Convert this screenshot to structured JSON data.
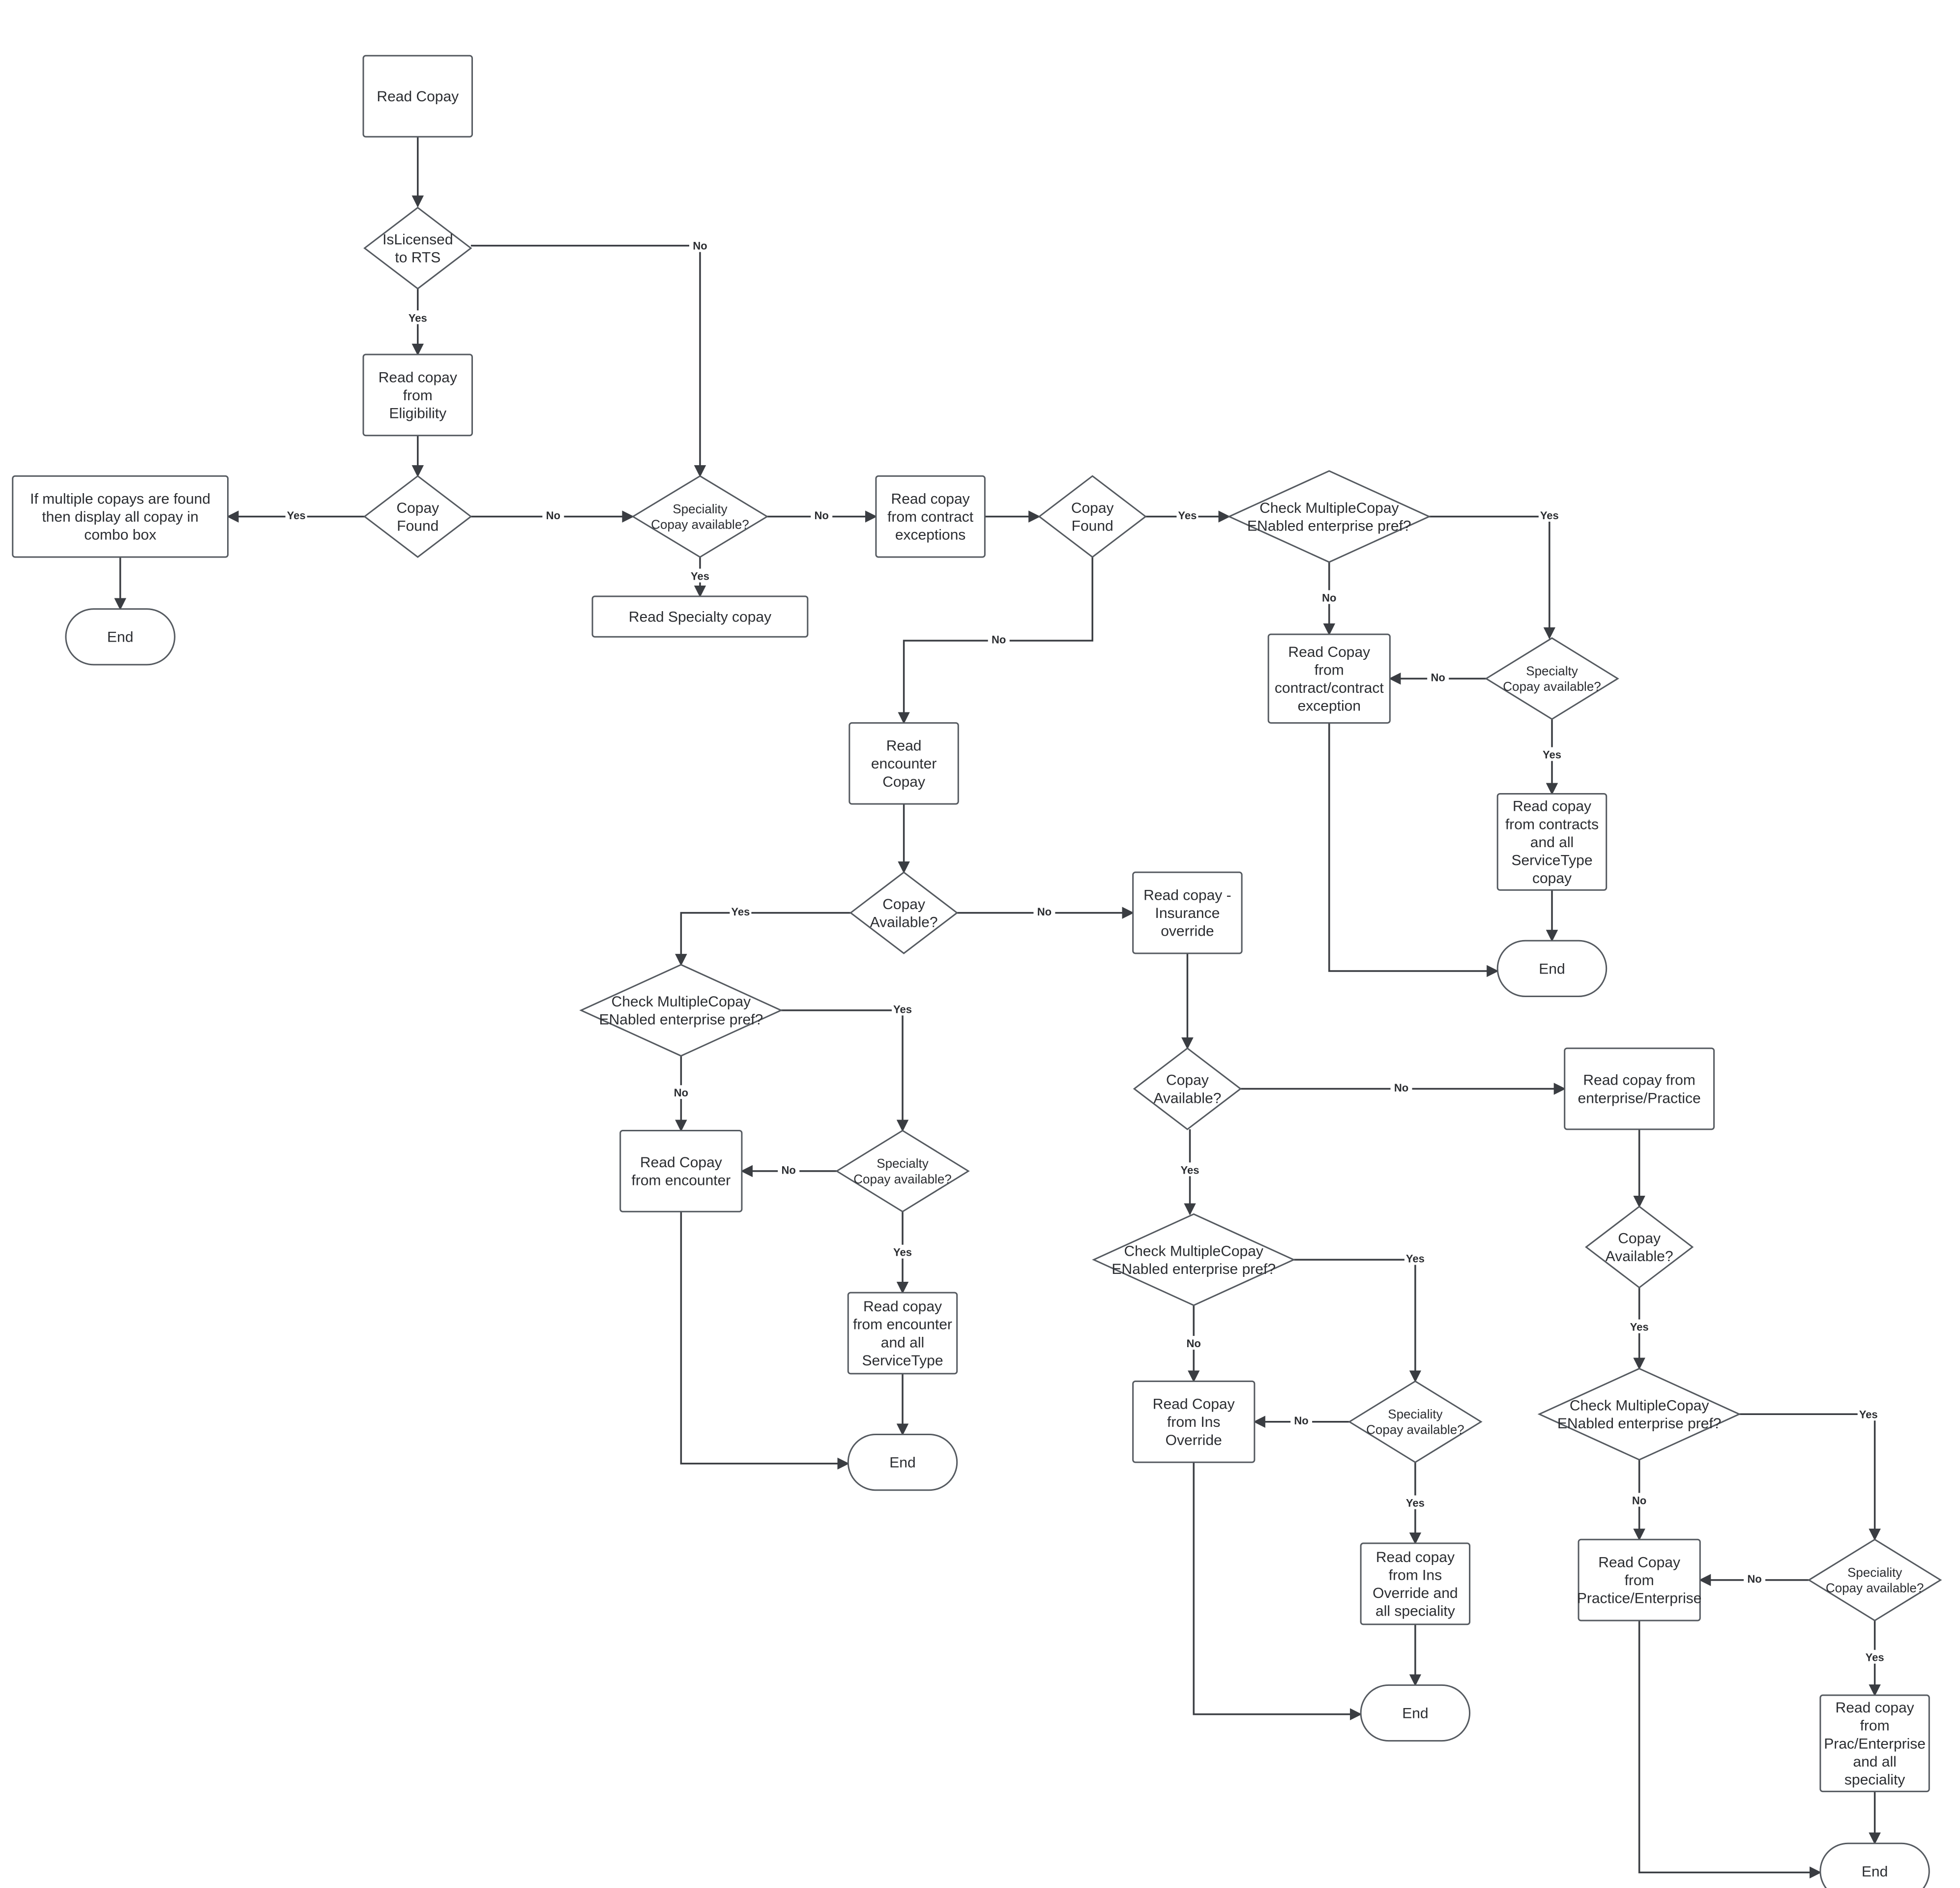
{
  "nodes": {
    "read_copay": "Read Copay",
    "is_licensed": "IsLicensed\nto RTS",
    "read_eligibility": "Read copay\nfrom\nEligibility",
    "copay_found_1": "Copay\nFound",
    "multi_display": "If multiple copays are found\nthen display all copay in\ncombo box",
    "end_1": "End",
    "speciality_1": "Speciality\nCopay available?",
    "read_specialty": "Read Specialty copay",
    "read_contract_exc": "Read copay\nfrom contract\nexceptions",
    "copay_found_2": "Copay\nFound",
    "check_multi_1": "Check MultipleCopay\nENabled enterprise pref?",
    "read_contract_contract_exc": "Read Copay\nfrom\ncontract/contract\nexception",
    "specialty_2": "Specialty\nCopay available?",
    "read_contracts_all": "Read copay\nfrom contracts\nand all\nServiceType\ncopay",
    "end_2": "End",
    "read_encounter": "Read\nencounter\nCopay",
    "copay_available_1": "Copay\nAvailable?",
    "read_ins_override": "Read copay -\nInsurance\noverride",
    "check_multi_2": "Check MultipleCopay\nENabled enterprise pref?",
    "read_from_encounter": "Read Copay\nfrom encounter",
    "specialty_3": "Specialty\nCopay available?",
    "read_encounter_all": "Read copay\nfrom encounter\nand all\nServiceType",
    "end_3": "End",
    "copay_available_2": "Copay\nAvailable?",
    "read_ent_practice": "Read copay from\nenterprise/Practice",
    "check_multi_3": "Check MultipleCopay\nENabled enterprise pref?",
    "read_from_ins_override": "Read Copay\nfrom Ins\nOverride",
    "speciality_4": "Speciality\nCopay available?",
    "read_ins_override_all": "Read copay\nfrom Ins\nOverride and\nall speciality",
    "end_4": "End",
    "copay_available_3": "Copay\nAvailable?",
    "check_multi_4": "Check MultipleCopay\nENabled enterprise pref?",
    "read_practice_ent": "Read Copay\nfrom\nPractice/Enterprise",
    "speciality_5": "Speciality\nCopay available?",
    "read_prac_ent_all": "Read copay\nfrom\nPrac/Enterprise\nand all\nspeciality",
    "end_5": "End"
  },
  "edge_labels": {
    "yes": "Yes",
    "no": "No"
  },
  "colors": {
    "stroke": "#555a60",
    "edge": "#3a3d42",
    "text": "#2b2d31",
    "background": "#ffffff"
  }
}
